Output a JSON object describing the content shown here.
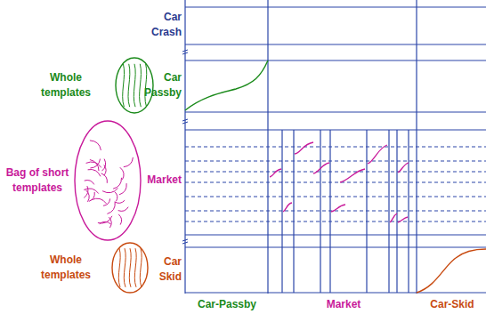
{
  "diagram": {
    "nodes": [
      {
        "text": [
          "Whole templates"
        ]
      },
      {
        "text": [
          "Bag of short templates"
        ]
      },
      {
        "text": [
          "Whole templates"
        ]
      }
    ],
    "labels": [
      "Car Crash",
      "Car Passby",
      "Market",
      "Car Skid",
      "Car-Passby",
      "Market",
      "Car-Skid"
    ]
  }
}
